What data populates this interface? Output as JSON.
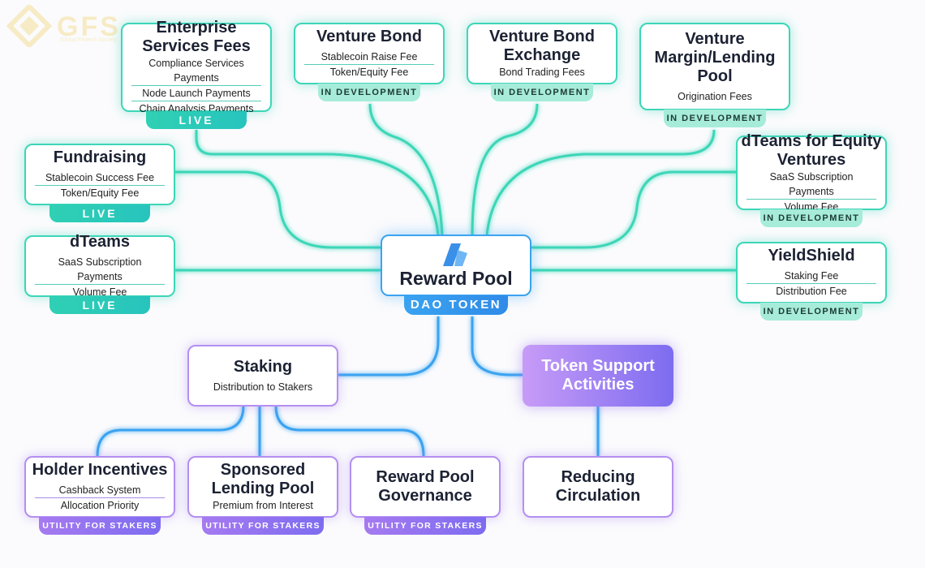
{
  "logo": {
    "text": "GFS",
    "tagline": "Global Fintech Society"
  },
  "center": {
    "title": "Reward Pool",
    "badge": "DAO TOKEN"
  },
  "nodes": {
    "enterprise": {
      "title": "Enterprise Services Fees",
      "items": [
        "Compliance Services Payments",
        "Node Launch Payments",
        "Chain Analysis Payments"
      ],
      "status": "LIVE"
    },
    "venture_bond": {
      "title": "Venture Bond",
      "items": [
        "Stablecoin Raise Fee",
        "Token/Equity Fee"
      ],
      "status": "IN DEVELOPMENT"
    },
    "venture_bond_exchange": {
      "title": "Venture Bond Exchange",
      "items": [
        "Bond Trading Fees"
      ],
      "status": "IN DEVELOPMENT"
    },
    "venture_margin": {
      "title": "Venture Margin/Lending Pool",
      "items": [
        "Origination Fees"
      ],
      "status": "IN DEVELOPMENT"
    },
    "fundraising": {
      "title": "Fundraising",
      "items": [
        "Stablecoin Success Fee",
        "Token/Equity Fee"
      ],
      "status": "LIVE"
    },
    "dteams": {
      "title": "dTeams",
      "items": [
        "SaaS Subscription Payments",
        "Volume Fee"
      ],
      "status": "LIVE"
    },
    "dteams_equity": {
      "title": "dTeams for Equity Ventures",
      "items": [
        "SaaS Subscription Payments",
        "Volume Fee"
      ],
      "status": "IN DEVELOPMENT"
    },
    "yieldshield": {
      "title": "YieldShield",
      "items": [
        "Staking Fee",
        "Distribution Fee"
      ],
      "status": "IN DEVELOPMENT"
    },
    "staking": {
      "title": "Staking",
      "items": [
        "Distribution to Stakers"
      ]
    },
    "token_support": {
      "title": "Token Support Activities"
    },
    "holder_incentives": {
      "title": "Holder Incentives",
      "items": [
        "Cashback System",
        "Allocation Priority"
      ],
      "status": "UTILITY FOR STAKERS"
    },
    "sponsored_lending": {
      "title": "Sponsored Lending Pool",
      "items": [
        "Premium from Interest"
      ],
      "status": "UTILITY FOR STAKERS"
    },
    "reward_governance": {
      "title": "Reward Pool Governance",
      "status": "UTILITY FOR STAKERS"
    },
    "reducing_circulation": {
      "title": "Reducing Circulation"
    }
  },
  "colors": {
    "teal": "#3dd6b8",
    "blue": "#3aa3f0",
    "purple": "#b48ff0"
  }
}
